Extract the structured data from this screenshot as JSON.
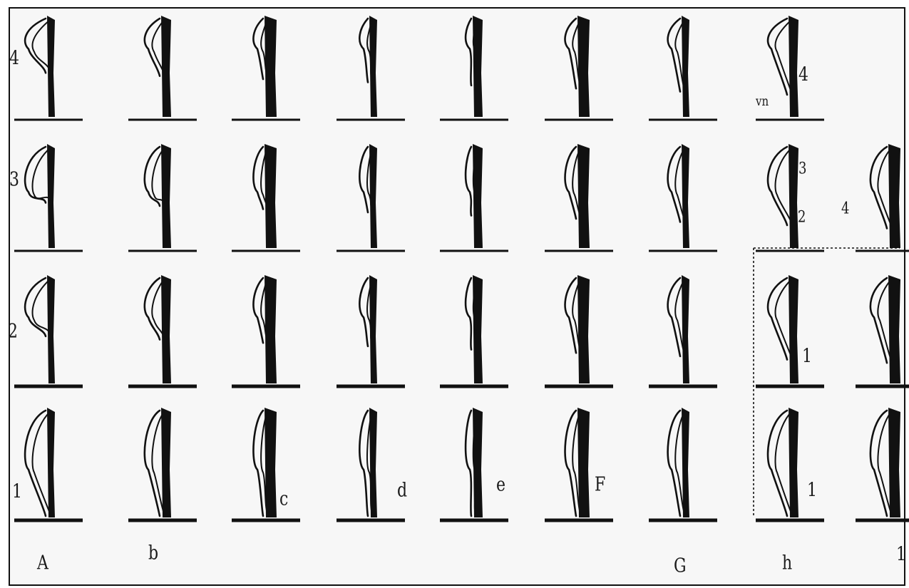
{
  "figure": {
    "row_labels": [
      "4",
      "3",
      "2",
      "1"
    ],
    "column_labels": [
      "A",
      "b",
      "c",
      "d",
      "e",
      "F",
      "G",
      "h",
      "1"
    ],
    "inline_labels": {
      "h_row4": "4",
      "h_row4_left": "vn",
      "h_row3_upper": "3",
      "h_row3_lower": "2",
      "h2_row3": "4",
      "h_row2": "1",
      "h_row1": "1"
    },
    "colors": {
      "ink": "#111111",
      "paper": "#f7f7f7"
    }
  }
}
